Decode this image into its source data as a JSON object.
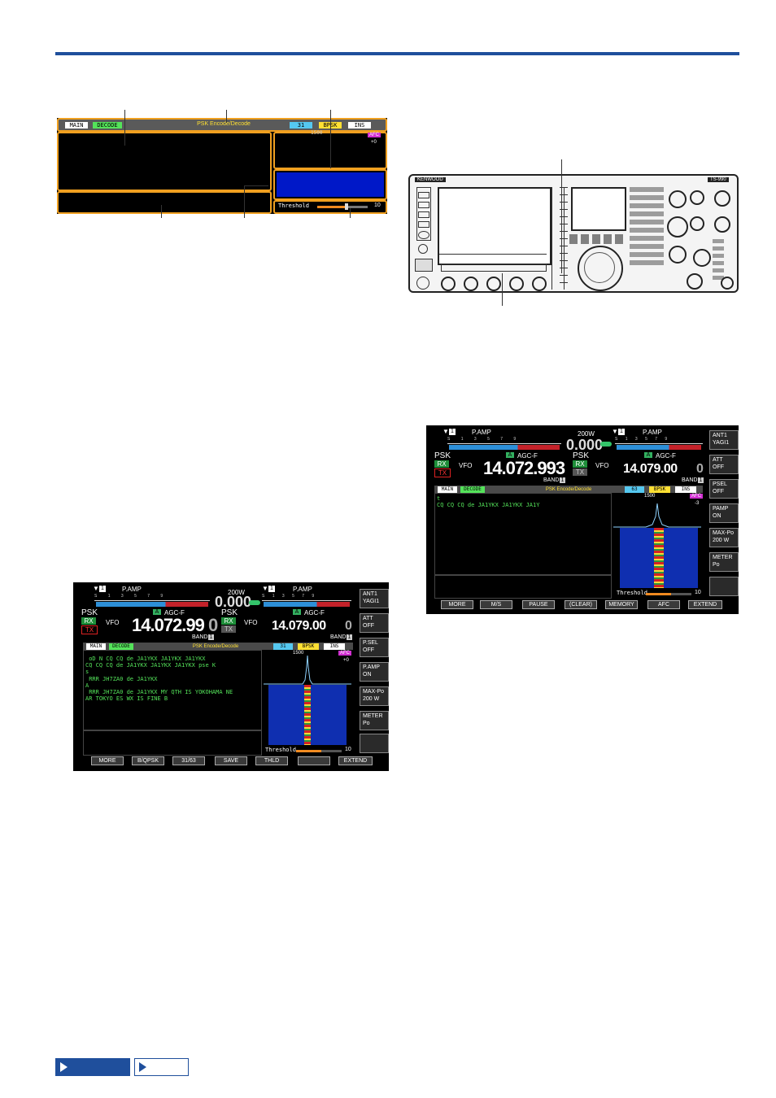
{
  "diagram1": {
    "tabs": {
      "main": "MAIN",
      "decode": "DECODE",
      "title": "PSK Encode/Decode",
      "speed": "31",
      "mode": "BPSK",
      "ins": "INS"
    },
    "freq_label": "1500",
    "afc": "AFC",
    "afc_val": "+0",
    "threshold_label": "Threshold",
    "threshold_val": "10",
    "colors": {
      "orange": "#f0a020",
      "blue": "#0018c8"
    }
  },
  "screen1": {
    "left_vfo": {
      "pamp": "P.AMP",
      "mode": "PSK",
      "rx": "RX",
      "tx": "TX",
      "vfo": "VFO",
      "vfo_letter": "A",
      "agc": "AGC-F",
      "freq_main": "14.072.99",
      "freq_last": "0"
    },
    "center": {
      "power": "200W",
      "po": "0.000"
    },
    "right_vfo": {
      "pamp": "P.AMP",
      "mode": "PSK",
      "rx": "RX",
      "tx": "TX",
      "vfo": "VFO",
      "vfo_letter": "A",
      "agc": "AGC-F",
      "freq_main": "14.079.00",
      "freq_last": "0",
      "band": "BAND",
      "band_num": "1"
    },
    "left_band": {
      "band": "BAND",
      "band_num": "1"
    },
    "tabs": {
      "main": "MAIN",
      "decode": "DECODE",
      "title": "PSK Encode/Decode",
      "speed": "31",
      "mode": "BPSK",
      "ins": "INS"
    },
    "freq_label": "1500",
    "afc": "AFC",
    "afc_val": "+0",
    "decode_lines": [
      " oD N CQ CQ de JA1YKX JA1YKX JA1YKX",
      "CQ CQ CQ de JA1YKX JA1YKX JA1YKX pse K",
      "s",
      "",
      " RRR JH7ZA0 de JA1YKX",
      "",
      "A",
      " RRR JH7ZA0 de JA1YKX MY QTH IS YOKOHAMA NE",
      "AR TOKYO ES WX IS FINE B"
    ],
    "threshold_label": "Threshold",
    "threshold_val": "10",
    "side": [
      {
        "l1": "ANT1",
        "l2": "YAGI1"
      },
      {
        "l1": "ATT",
        "l2": "OFF"
      },
      {
        "l1": "P.SEL",
        "l2": "OFF"
      },
      {
        "l1": "P.AMP",
        "l2": "ON"
      },
      {
        "l1": "MAX-Po",
        "l2": "200 W"
      },
      {
        "l1": "METER",
        "l2": "Po"
      },
      {
        "l1": "",
        "l2": ""
      }
    ],
    "fkeys": [
      "MORE",
      "B/QPSK",
      "31/63",
      "SAVE",
      "THLD",
      "",
      "EXTEND"
    ]
  },
  "screen2": {
    "left_vfo": {
      "pamp": "P.AMP",
      "mode": "PSK",
      "rx": "RX",
      "tx": "TX",
      "vfo": "VFO",
      "vfo_letter": "A",
      "agc": "AGC-F",
      "freq_main": "14.072.993"
    },
    "center": {
      "power": "200W",
      "po": "0.000"
    },
    "right_vfo": {
      "pamp": "P.AMP",
      "mode": "PSK",
      "rx": "RX",
      "tx": "TX",
      "vfo": "VFO",
      "vfo_letter": "A",
      "agc": "AGC-F",
      "freq_main": "14.079.00",
      "freq_last": "0",
      "band": "BAND",
      "band_num": "1"
    },
    "left_band": {
      "band": "BAND",
      "band_num": "1"
    },
    "tabs": {
      "main": "MAIN",
      "decode": "DECODE",
      "title": "PSK Encode/Decode",
      "speed": "63",
      "mode": "BPSK",
      "ins": "INS"
    },
    "freq_label": "1500",
    "afc": "AFC",
    "afc_val": "-3",
    "decode_lines": [
      "t",
      "CQ CQ CQ de JA1YKX JA1YKX JA1Y"
    ],
    "threshold_label": "Threshold",
    "threshold_val": "10",
    "side": [
      {
        "l1": "ANT1",
        "l2": "YAGI1"
      },
      {
        "l1": "ATT",
        "l2": "OFF"
      },
      {
        "l1": "PSEL",
        "l2": "OFF"
      },
      {
        "l1": "PAMP",
        "l2": "ON"
      },
      {
        "l1": "MAX-Po",
        "l2": "200 W"
      },
      {
        "l1": "METER",
        "l2": "Po"
      },
      {
        "l1": "",
        "l2": ""
      }
    ],
    "fkeys": [
      "MORE",
      "M/S",
      "PAUSE",
      "(CLEAR)",
      "MEMORY",
      "AFC",
      "EXTEND"
    ]
  },
  "radio": {
    "brand": "KENWOOD",
    "model": "TS-990"
  },
  "colors": {
    "accent_blue": "#1f4f9c",
    "green_text": "#54e35a",
    "waterfall_blue": "#0f2fb0"
  }
}
